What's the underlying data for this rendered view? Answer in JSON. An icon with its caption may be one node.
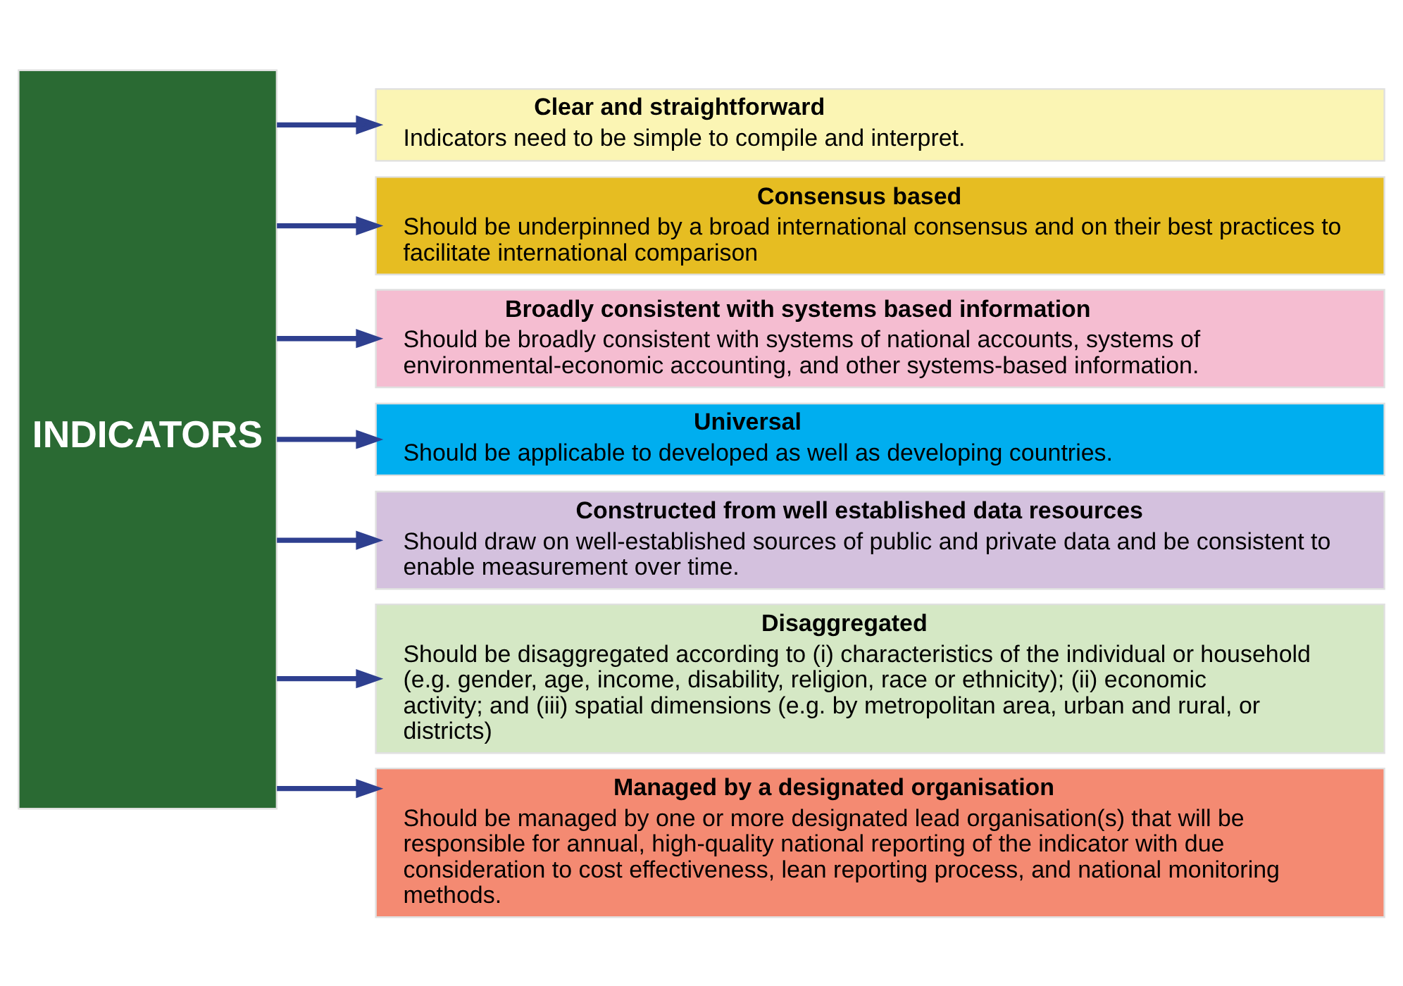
{
  "diagram": {
    "nodes": [
      {
        "text": [
          "INDICATORS"
        ]
      },
      {
        "text": [
          "Clear and straightforward",
          "Indicators need to be simple to compile and interpret."
        ]
      },
      {
        "text": [
          "Consensus based",
          "Should be underpinned by a broad international consensus and on their best practices to facilitate international comparison"
        ]
      },
      {
        "text": [
          "Broadly consistent with systems based information",
          "Should be broadly consistent with systems of national accounts, systems of environmental-economic accounting, and other systems-based information."
        ]
      },
      {
        "text": [
          "Universal",
          "Should be applicable to developed as well as developing countries."
        ]
      },
      {
        "text": [
          "Constructed from well established data resources",
          "Should draw on well-established sources of public and private data and be consistent to enable measurement over time."
        ]
      },
      {
        "text": [
          "Disaggregated",
          "Should be disaggregated according to (i) characteristics of the individual or household (e.g. gender, age, income, disability, religion, race or ethnicity); (ii) economic activity; and (iii) spatial dimensions (e.g. by metropolitan area, urban and rural, or districts)"
        ]
      },
      {
        "text": [
          "Managed by a designated organisation",
          "Should be managed by one or more designated lead organisation(s) that will be responsible for annual, high-quality national reporting of the indicator with due consideration to cost effectiveness, lean reporting process, and national monitoring methods."
        ]
      }
    ],
    "edges": [
      {
        "from": 0,
        "to": 1,
        "arrow": "to"
      },
      {
        "from": 0,
        "to": 2,
        "arrow": "to"
      },
      {
        "from": 0,
        "to": 3,
        "arrow": "to"
      },
      {
        "from": 0,
        "to": 4,
        "arrow": "to"
      },
      {
        "from": 0,
        "to": 5,
        "arrow": "to"
      },
      {
        "from": 0,
        "to": 6,
        "arrow": "to"
      },
      {
        "from": 0,
        "to": 7,
        "arrow": "to"
      }
    ]
  }
}
